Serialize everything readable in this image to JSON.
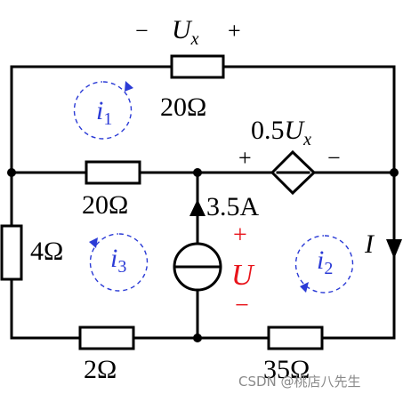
{
  "labels": {
    "ux_minus": "−",
    "ux_var": "U",
    "ux_sub": "x",
    "ux_plus": "+",
    "r_top": "20Ω",
    "dep_coef": "0.5",
    "dep_var": "U",
    "dep_sub": "x",
    "dep_plus": "+",
    "dep_minus": "−",
    "r_mid": "20Ω",
    "cs_value": "3.5A",
    "r_left": "4Ω",
    "u_plus": "+",
    "u_var": "U",
    "u_minus": "−",
    "current_I": "I",
    "r_bot_left": "2Ω",
    "r_bot_right": "35Ω"
  },
  "loops": {
    "i1": {
      "var": "i",
      "sub": "1"
    },
    "i2": {
      "var": "i",
      "sub": "2"
    },
    "i3": {
      "var": "i",
      "sub": "3"
    }
  },
  "watermark": "CSDN @桃店八先生",
  "colors": {
    "wire": "#000000",
    "loop": "#2b3bd6",
    "source_marker": "#e8141b",
    "watermark": "#8a8a8a"
  }
}
